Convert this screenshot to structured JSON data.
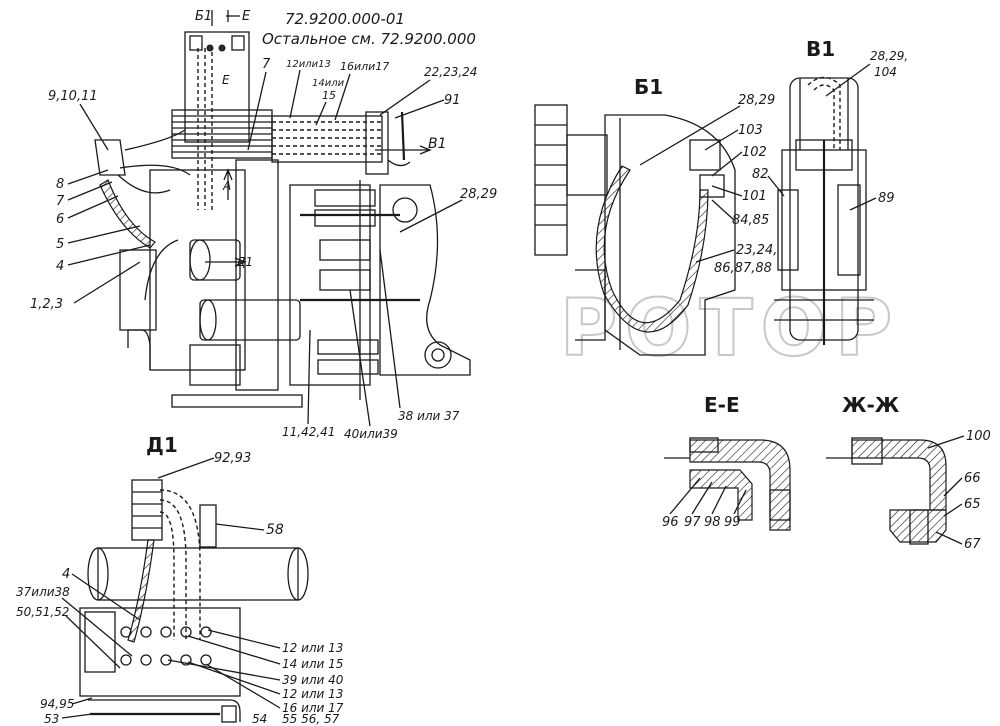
{
  "header": {
    "code_line1": "72.9200.000-01",
    "code_line2": "Остальное см. 72.9200.000",
    "section_mark_b": "Б1",
    "section_mark_e": "Е"
  },
  "views": {
    "b1": "Б1",
    "v1": "В1",
    "d1": "Д1",
    "ee": "Е-Е",
    "zhzh": "Ж-Ж"
  },
  "watermark": "РОТОР",
  "labels": {
    "main": {
      "l9_10_11": "9,10,11",
      "l8": "8",
      "l7a": "7",
      "l6": "6",
      "l5": "5",
      "l4": "4",
      "l1_2_3": "1,2,3",
      "l7b": "7",
      "l12_13": "12или13",
      "l14": "14или",
      "l15": "15",
      "l16_17": "16или17",
      "l22": "22,23,24",
      "l91": "91",
      "lB1": "В1",
      "l28_29": "28,29",
      "lA": "А",
      "lE": "Е",
      "lD1": "Д1",
      "l11_42": "11,42,41",
      "l40_39": "40или39",
      "l38_37": "38 или 37"
    },
    "b1_view": {
      "l28_29": "28,29",
      "l103": "103",
      "l102": "102",
      "l101": "101",
      "l84_85": "84,85",
      "l23_24": "23,24,",
      "l86_88": "86,87,88"
    },
    "v1_view": {
      "l28_104a": "28,29,",
      "l28_104b": "104",
      "l82": "82",
      "l89": "89"
    },
    "ee_view": {
      "l96": "96",
      "l97": "97",
      "l98": "98",
      "l99": "99"
    },
    "zh_view": {
      "l100": "100",
      "l66": "66",
      "l65": "65",
      "l67": "67"
    },
    "d1_view": {
      "l92_93": "92,93",
      "l58": "58",
      "l4": "4",
      "l37_38": "37или38",
      "l50_52": "50,51,52",
      "l12_13": "12 или 13",
      "l14_15": "14 или 15",
      "l39_40": "39 или 40",
      "l12_13b": "12 или 13",
      "l16_17": "16 или 17",
      "l94_95": "94,95",
      "l53": "53",
      "l55_57": "55 56, 57",
      "l54": "54"
    }
  }
}
